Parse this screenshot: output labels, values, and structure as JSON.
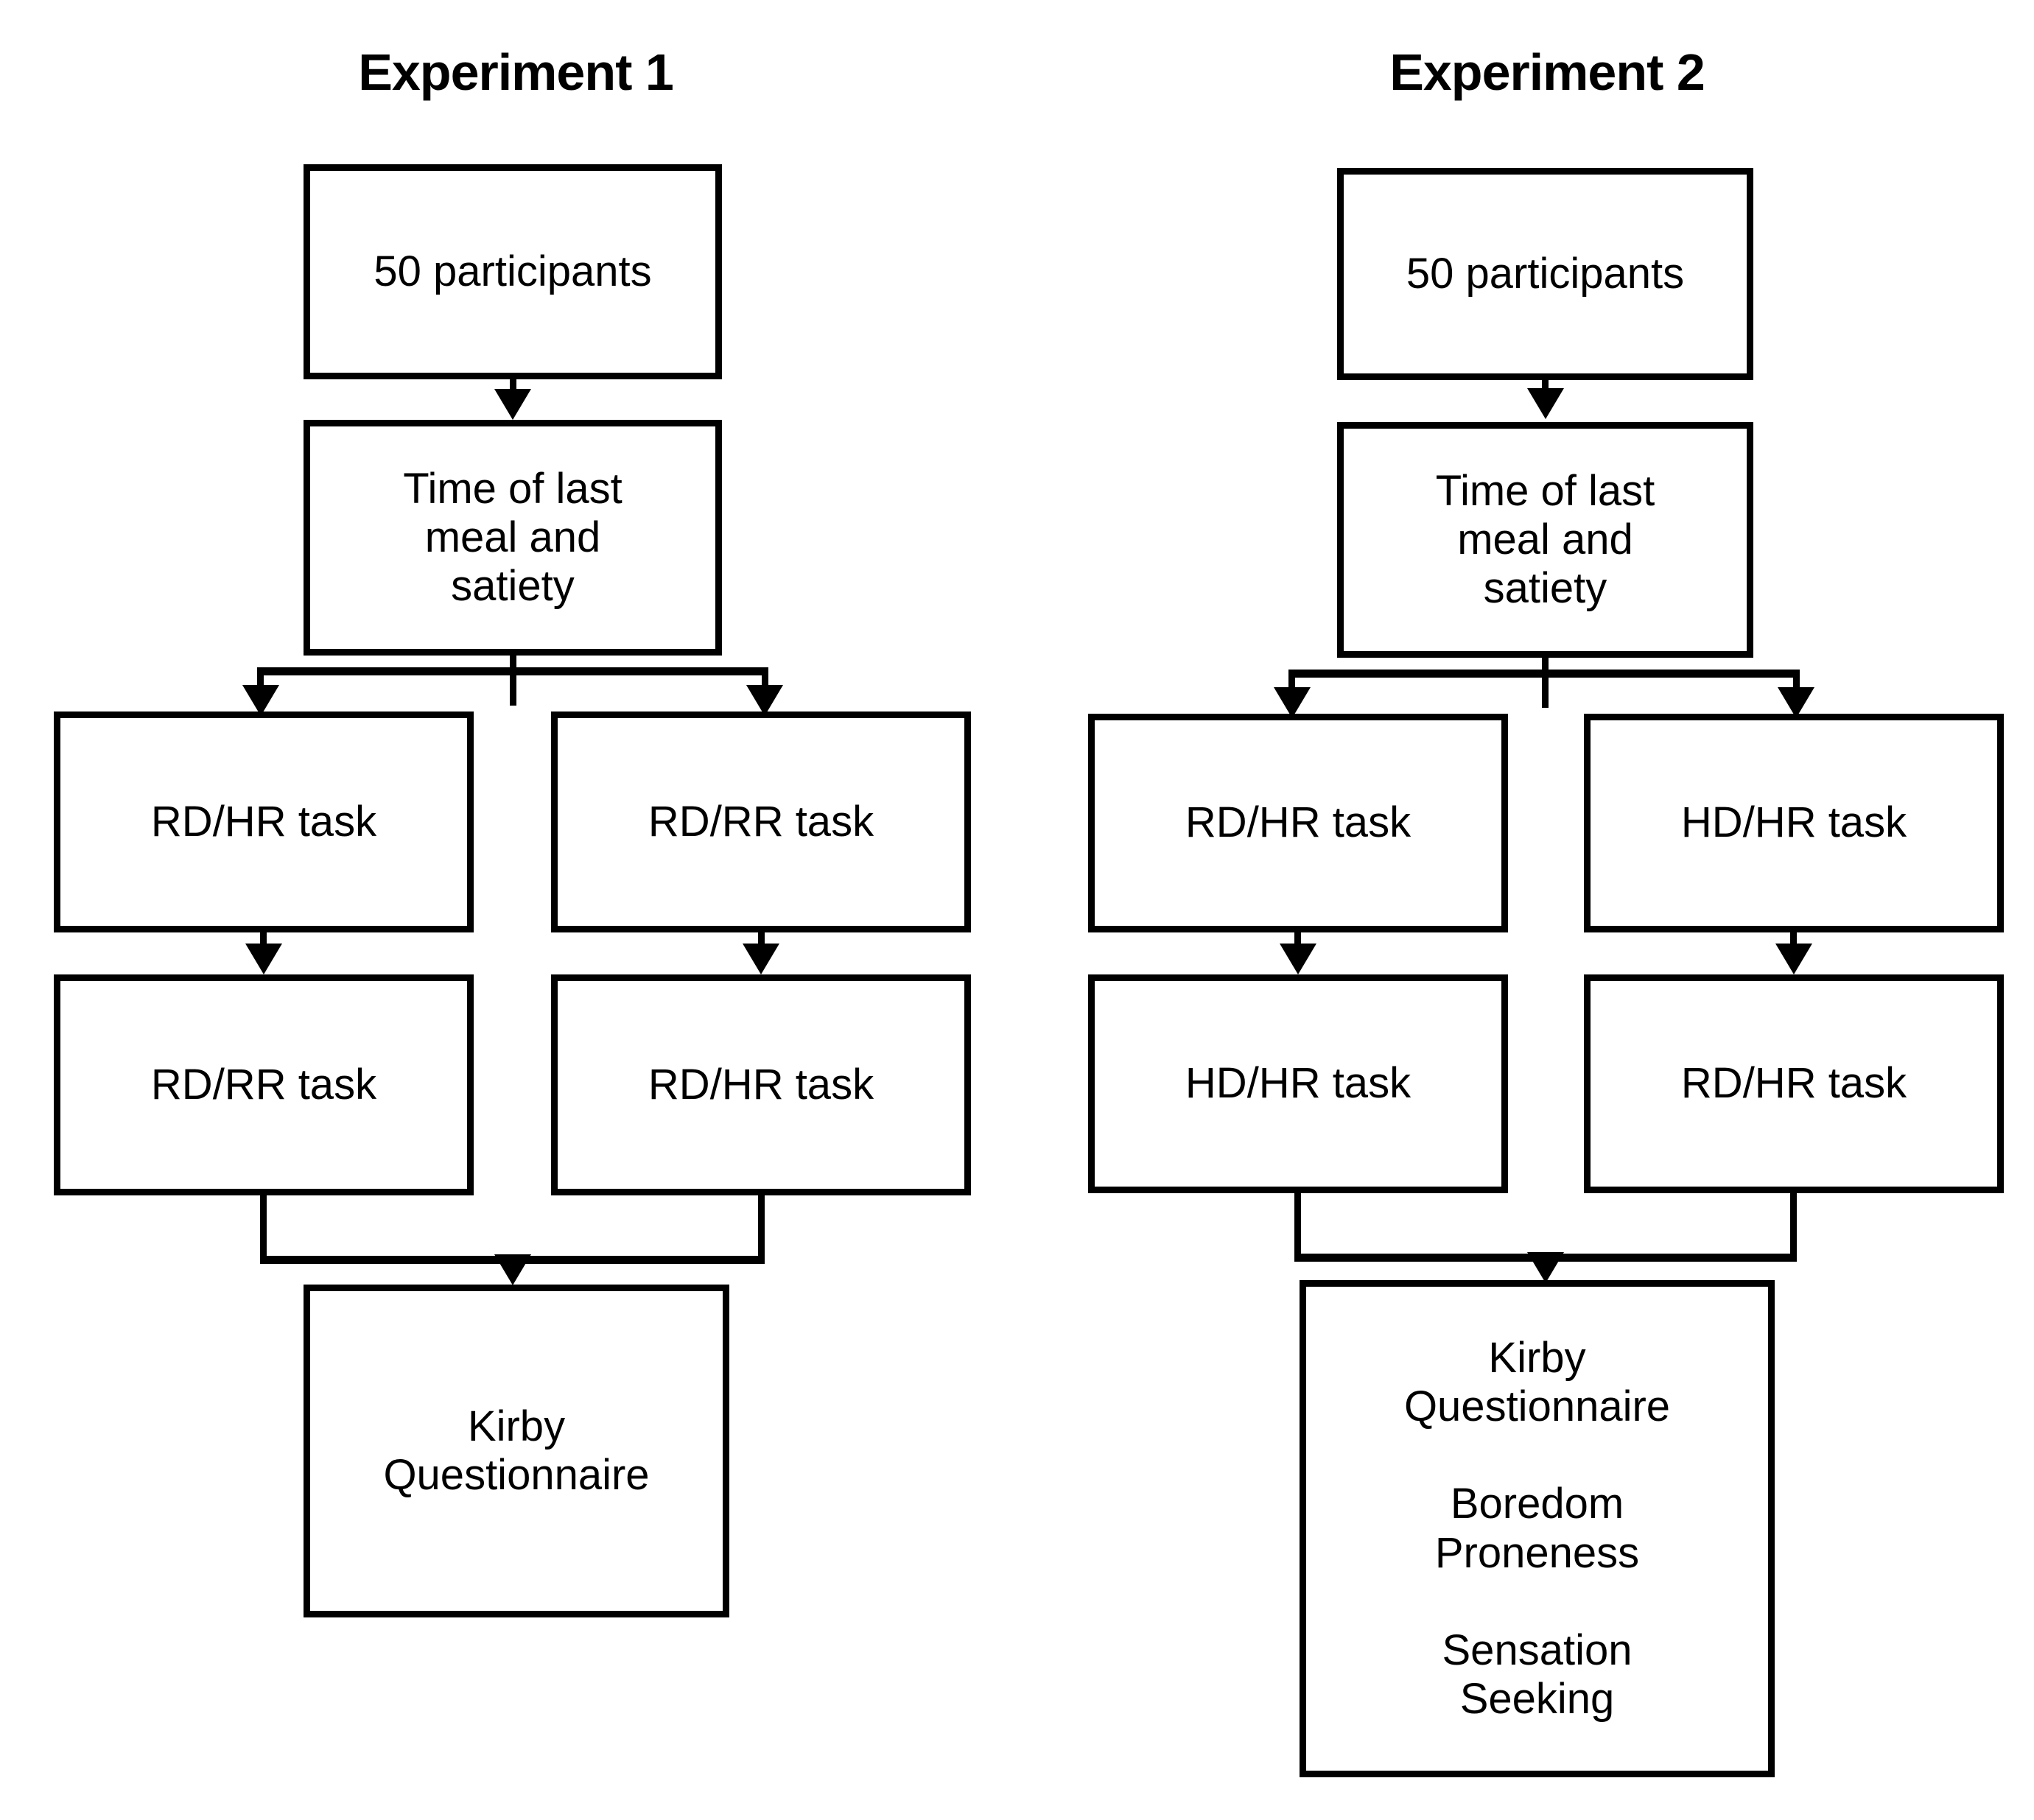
{
  "figure": {
    "type": "flowchart",
    "background_color": "#ffffff",
    "line_color": "#000000",
    "text_color": "#000000"
  },
  "columns": [
    {
      "id": "experiment-1",
      "title": "Experiment 1",
      "nodes": {
        "participants": "50 participants",
        "screening": "Time of last\nmeal and\nsatiety",
        "task_left_1": "RD/HR task",
        "task_right_1": "RD/RR task",
        "task_left_2": "RD/RR task",
        "task_right_2": "RD/HR  task",
        "final": "Kirby\nQuestionnaire"
      }
    },
    {
      "id": "experiment-2",
      "title": "Experiment 2",
      "nodes": {
        "participants": "50 participants",
        "screening": "Time of last\nmeal and\nsatiety",
        "task_left_1": "RD/HR task",
        "task_right_1": "HD/HR task",
        "task_left_2": "HD/HR task",
        "task_right_2": "RD/HR task",
        "final": "Kirby\nQuestionnaire\n\nBoredom\nProneness\n\nSensation\nSeeking"
      }
    }
  ]
}
